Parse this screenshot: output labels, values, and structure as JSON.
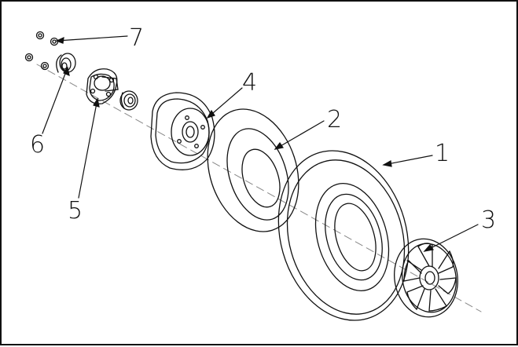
{
  "diagram": {
    "callouts": [
      {
        "number": "1",
        "part": "tire"
      },
      {
        "number": "2",
        "part": "inner-tube"
      },
      {
        "number": "3",
        "part": "outer-wheel-rim"
      },
      {
        "number": "4",
        "part": "inner-wheel-rim"
      },
      {
        "number": "5",
        "part": "hub"
      },
      {
        "number": "6",
        "part": "bearing-spacer"
      },
      {
        "number": "7",
        "part": "lug-nut"
      }
    ]
  },
  "colors": {
    "line": "#111111",
    "background": "#ffffff"
  }
}
